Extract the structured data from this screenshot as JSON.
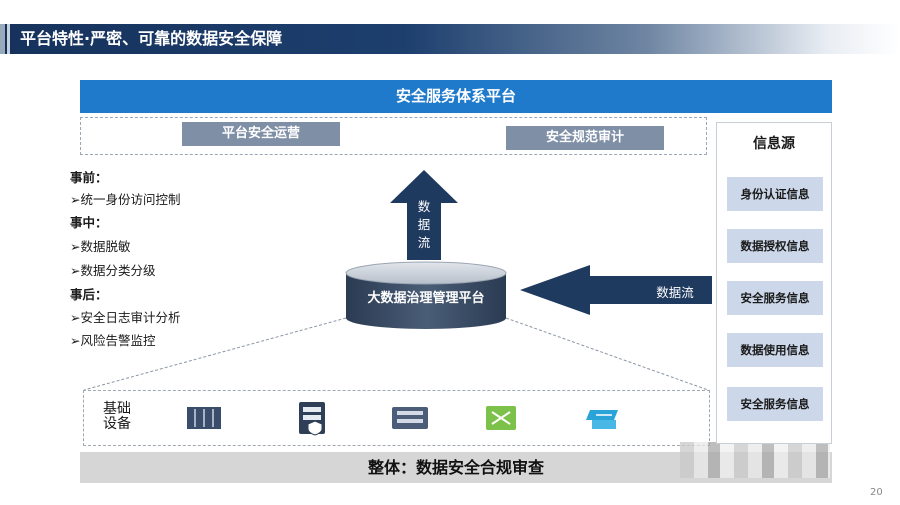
{
  "header": {
    "title": "平台特性·严密、可靠的数据安全保障"
  },
  "platform": {
    "title": "安全服务体系平台",
    "ops": "平台安全运营",
    "audit": "安全规范审计"
  },
  "left_panel": {
    "before_head": "事前：",
    "before_items": [
      "➢统一身份访问控制"
    ],
    "during_head": "事中：",
    "during_items": [
      "➢数据脱敏",
      "➢数据分类分级"
    ],
    "after_head": "事后：",
    "after_items": [
      "➢安全日志审计分析",
      "➢风险告警监控"
    ]
  },
  "center": {
    "platform_label": "大数据治理管理平台",
    "flow_up": "数据流",
    "flow_right": "数据流"
  },
  "infra": {
    "label": "基础设备"
  },
  "bottom": {
    "compliance": "整体：数据安全合规审查"
  },
  "info_source": {
    "title": "信息源",
    "items": [
      "身份认证信息",
      "数据授权信息",
      "安全服务信息",
      "数据使用信息",
      "安全服务信息"
    ]
  },
  "page": {
    "number": "20"
  },
  "colors": {
    "navy": "#16325c",
    "blue": "#1f7acb",
    "arrow": "#1f3a5f",
    "tag_gray": "#7f8fa6",
    "light_blue": "#ccd8ea"
  }
}
